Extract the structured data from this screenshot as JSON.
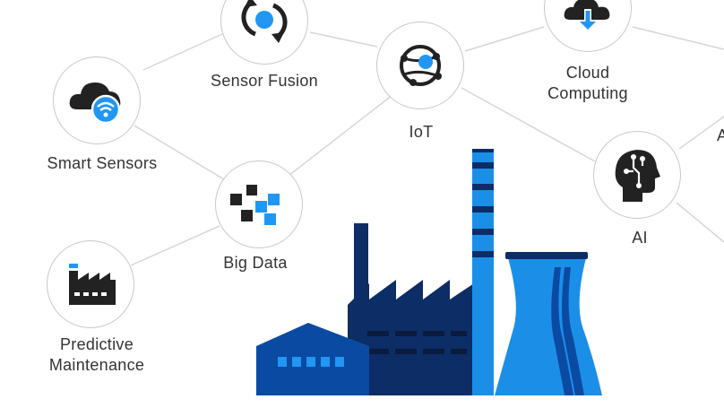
{
  "nodes": [
    {
      "id": "sensor-fusion",
      "label": "Sensor Fusion"
    },
    {
      "id": "iot",
      "label": "IoT"
    },
    {
      "id": "cloud",
      "label": "Cloud\nComputing"
    },
    {
      "id": "smart",
      "label": "Smart Sensors"
    },
    {
      "id": "bigdata",
      "label": "Big Data"
    },
    {
      "id": "ai",
      "label": "AI"
    },
    {
      "id": "predictive",
      "label": "Predictive\nMaintenance"
    }
  ],
  "partial_label": "A",
  "colors": {
    "accent": "#2196f3",
    "dark": "#222222",
    "navy": "#0d2d66",
    "mid_blue": "#0b4aa2",
    "bright_blue": "#1b8fe8",
    "line": "#d6d6d6",
    "circle": "#c8c8c8"
  },
  "icons": {
    "sensor-fusion": "refresh-arrows-icon",
    "iot": "network-globe-icon",
    "cloud": "cloud-download-icon",
    "smart": "cloud-wifi-icon",
    "bigdata": "data-blocks-icon",
    "ai": "brain-circuit-head-icon",
    "predictive": "factory-icon"
  }
}
